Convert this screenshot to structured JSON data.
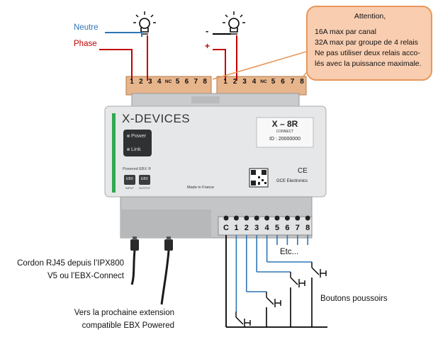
{
  "callout": {
    "title": "Attention,",
    "lines": [
      "16A max par canal",
      "32A max par groupe de 4 relais",
      "Ne pas utiliser deux relais acco-",
      "lés avec la puissance maximale."
    ]
  },
  "wiring": {
    "neutral_label": "Neutre",
    "phase_label": "Phase",
    "minus_label": "-",
    "plus_label": "+",
    "colors": {
      "neutral": "#2e75b6",
      "phase": "#c00000",
      "dc": "#000000",
      "accent_orange": "#e8975a"
    }
  },
  "terminals_top_left": [
    "1",
    "2",
    "3",
    "4",
    "NC",
    "5",
    "6",
    "7",
    "8"
  ],
  "terminals_top_right": [
    "1",
    "2",
    "3",
    "4",
    "NC",
    "5",
    "6",
    "7",
    "8"
  ],
  "terminals_bottom": [
    "C",
    "1",
    "2",
    "3",
    "4",
    "5",
    "6",
    "7",
    "8"
  ],
  "device": {
    "brand": "X-DEVICES",
    "power_label": "Power",
    "link_label": "Link",
    "powered_label": "Powered EBX ®",
    "port_in_badge": "EBX",
    "port_in_label": "INPUT",
    "port_out_badge": "EBX",
    "port_out_label": "OUTPUT",
    "made_in": "Made in France",
    "model": "X – 8R",
    "model_sub": "CONNECT",
    "id_text": "ID : 20000000",
    "maker": "GCE Electronics",
    "ce_mark": "CE"
  },
  "labels": {
    "rj45_line1": "Cordon RJ45 depuis l’IPX800",
    "rj45_line2": "V5 ou l’EBX-Connect",
    "next_line1": "Vers la prochaine extension",
    "next_line2": "compatible EBX Powered",
    "etc": "Etc...",
    "buttons": "Boutons poussoirs"
  }
}
